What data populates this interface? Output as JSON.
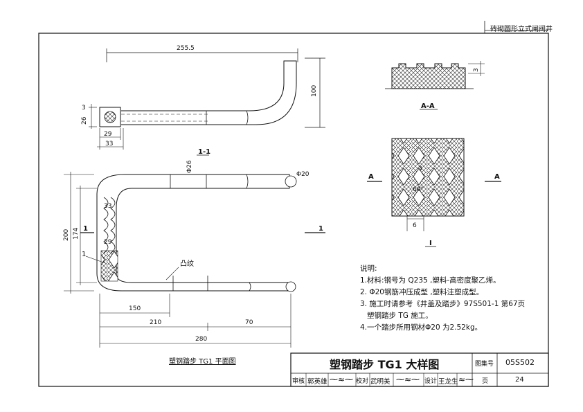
{
  "header": {
    "series_note": "砖砌圆形立式闸阀井"
  },
  "views": {
    "section_11": "1-1",
    "section_aa": "A-A",
    "detail_I": "I",
    "marker_1": "1",
    "marker_A": "A",
    "plan_caption": "塑钢踏步 TG1 平面图"
  },
  "dimensions": {
    "top_length": "255.5",
    "top_height": "100",
    "end_small": "3",
    "end_height": "26",
    "end_inner": "29",
    "end_outer": "33",
    "pipe_dia": "Φ26",
    "rod_dia": "Φ20",
    "total_height": "200",
    "inner_height": "174",
    "plan_33": "33",
    "plan_29": "29",
    "label_1": "1",
    "knurl_label": "凸纹",
    "dim_150": "150",
    "dim_210": "210",
    "dim_70": "70",
    "dim_280": "280",
    "aa_3": "3",
    "detail_3": "3",
    "detail_60": "60°",
    "detail_6": "6"
  },
  "notes": {
    "title": "说明:",
    "items": [
      "1.材料:钢号为 Q235 ,塑料-高密度聚乙烯。",
      "2. Φ20钢筋冲压成型 ,塑料注塑成型。",
      "3. 施工时请参考《井盖及踏步》97S501-1 第67页",
      "塑钢踏步 TG 施工。",
      "4.一个踏步所用钢材Φ20 为2.52kg。"
    ]
  },
  "title_block": {
    "title": "塑钢踏步 TG1 大样图",
    "atlas_label": "图集号",
    "atlas_no": "05S502",
    "review_label": "审核",
    "reviewer": "郭英雄",
    "check_label": "校对",
    "checker": "武明美",
    "design_label": "设计",
    "designer": "王龙生",
    "page_label": "页",
    "page_no": "24"
  }
}
